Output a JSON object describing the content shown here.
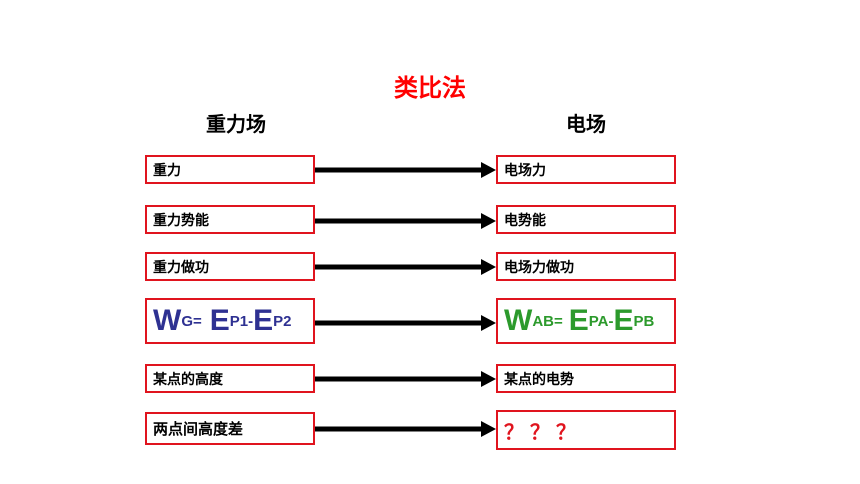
{
  "title": "类比法",
  "left_heading": "重力场",
  "right_heading": "电场",
  "rows": [
    {
      "left": "重力",
      "right": "电场力"
    },
    {
      "left": "重力势能",
      "right": "电势能"
    },
    {
      "left": "重力做功",
      "right": "电场力做功"
    },
    {
      "left_formula": {
        "w": "W",
        "w_sub": "G=",
        "e1": "E",
        "e1_sub": "P1-",
        "e2": "E",
        "e2_sub": "P2"
      },
      "right_formula": {
        "w": "W",
        "w_sub": "AB=",
        "e1": "E",
        "e1_sub": "PA-",
        "e2": "E",
        "e2_sub": "PB"
      }
    },
    {
      "left": "某点的高度",
      "right": "某点的电势"
    },
    {
      "left": "两点间高度差",
      "right": "？？？"
    }
  ],
  "colors": {
    "box_border": "#e0141e",
    "title": "#ff0000",
    "left_formula": "#2e3192",
    "right_formula": "#2c9a2c"
  }
}
